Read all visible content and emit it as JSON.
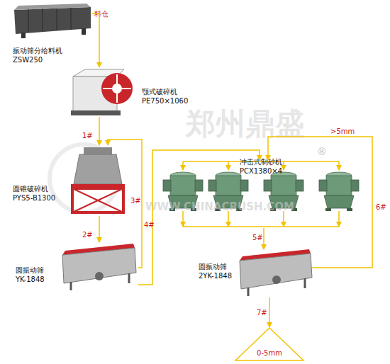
{
  "diagram": {
    "nodes": [
      {
        "text": [
          "振动筛分给料机 ZSW250"
        ]
      },
      {
        "text": [
          "颚式破碎机 PE750×1060"
        ]
      },
      {
        "text": [
          "圆锥破碎机 PYS5-B1300"
        ]
      },
      {
        "text": [
          "圆振动筛 YK-1848"
        ]
      },
      {
        "text": [
          "冲击式制砂机 PCX1380×4"
        ]
      },
      {
        "text": [
          "圆振动筛 2YK-1848"
        ]
      },
      {
        "text": [
          "0-5mm"
        ]
      }
    ],
    "edges": [
      {
        "from": 0,
        "to": 1,
        "arrow": "to"
      },
      {
        "from": 1,
        "to": 2,
        "label": "1#",
        "arrow": "to"
      },
      {
        "from": 2,
        "to": 3,
        "label": "2#",
        "arrow": "to"
      },
      {
        "from": 3,
        "to": 2,
        "label": "3#",
        "arrow": "to"
      },
      {
        "from": 3,
        "to": 4,
        "label": "4#",
        "arrow": "to"
      },
      {
        "from": 4,
        "to": 5,
        "label": "5#",
        "arrow": "to"
      },
      {
        "from": 5,
        "to": 4,
        "label": "6#",
        "arrow": "to"
      },
      {
        "from": 5,
        "to": 6,
        "label": "7#",
        "arrow": "to"
      }
    ],
    "labels": [
      "料仓",
      ">5mm",
      "郑州鼎盛",
      "®",
      "WWW.CHINACRUSH.COM"
    ]
  }
}
